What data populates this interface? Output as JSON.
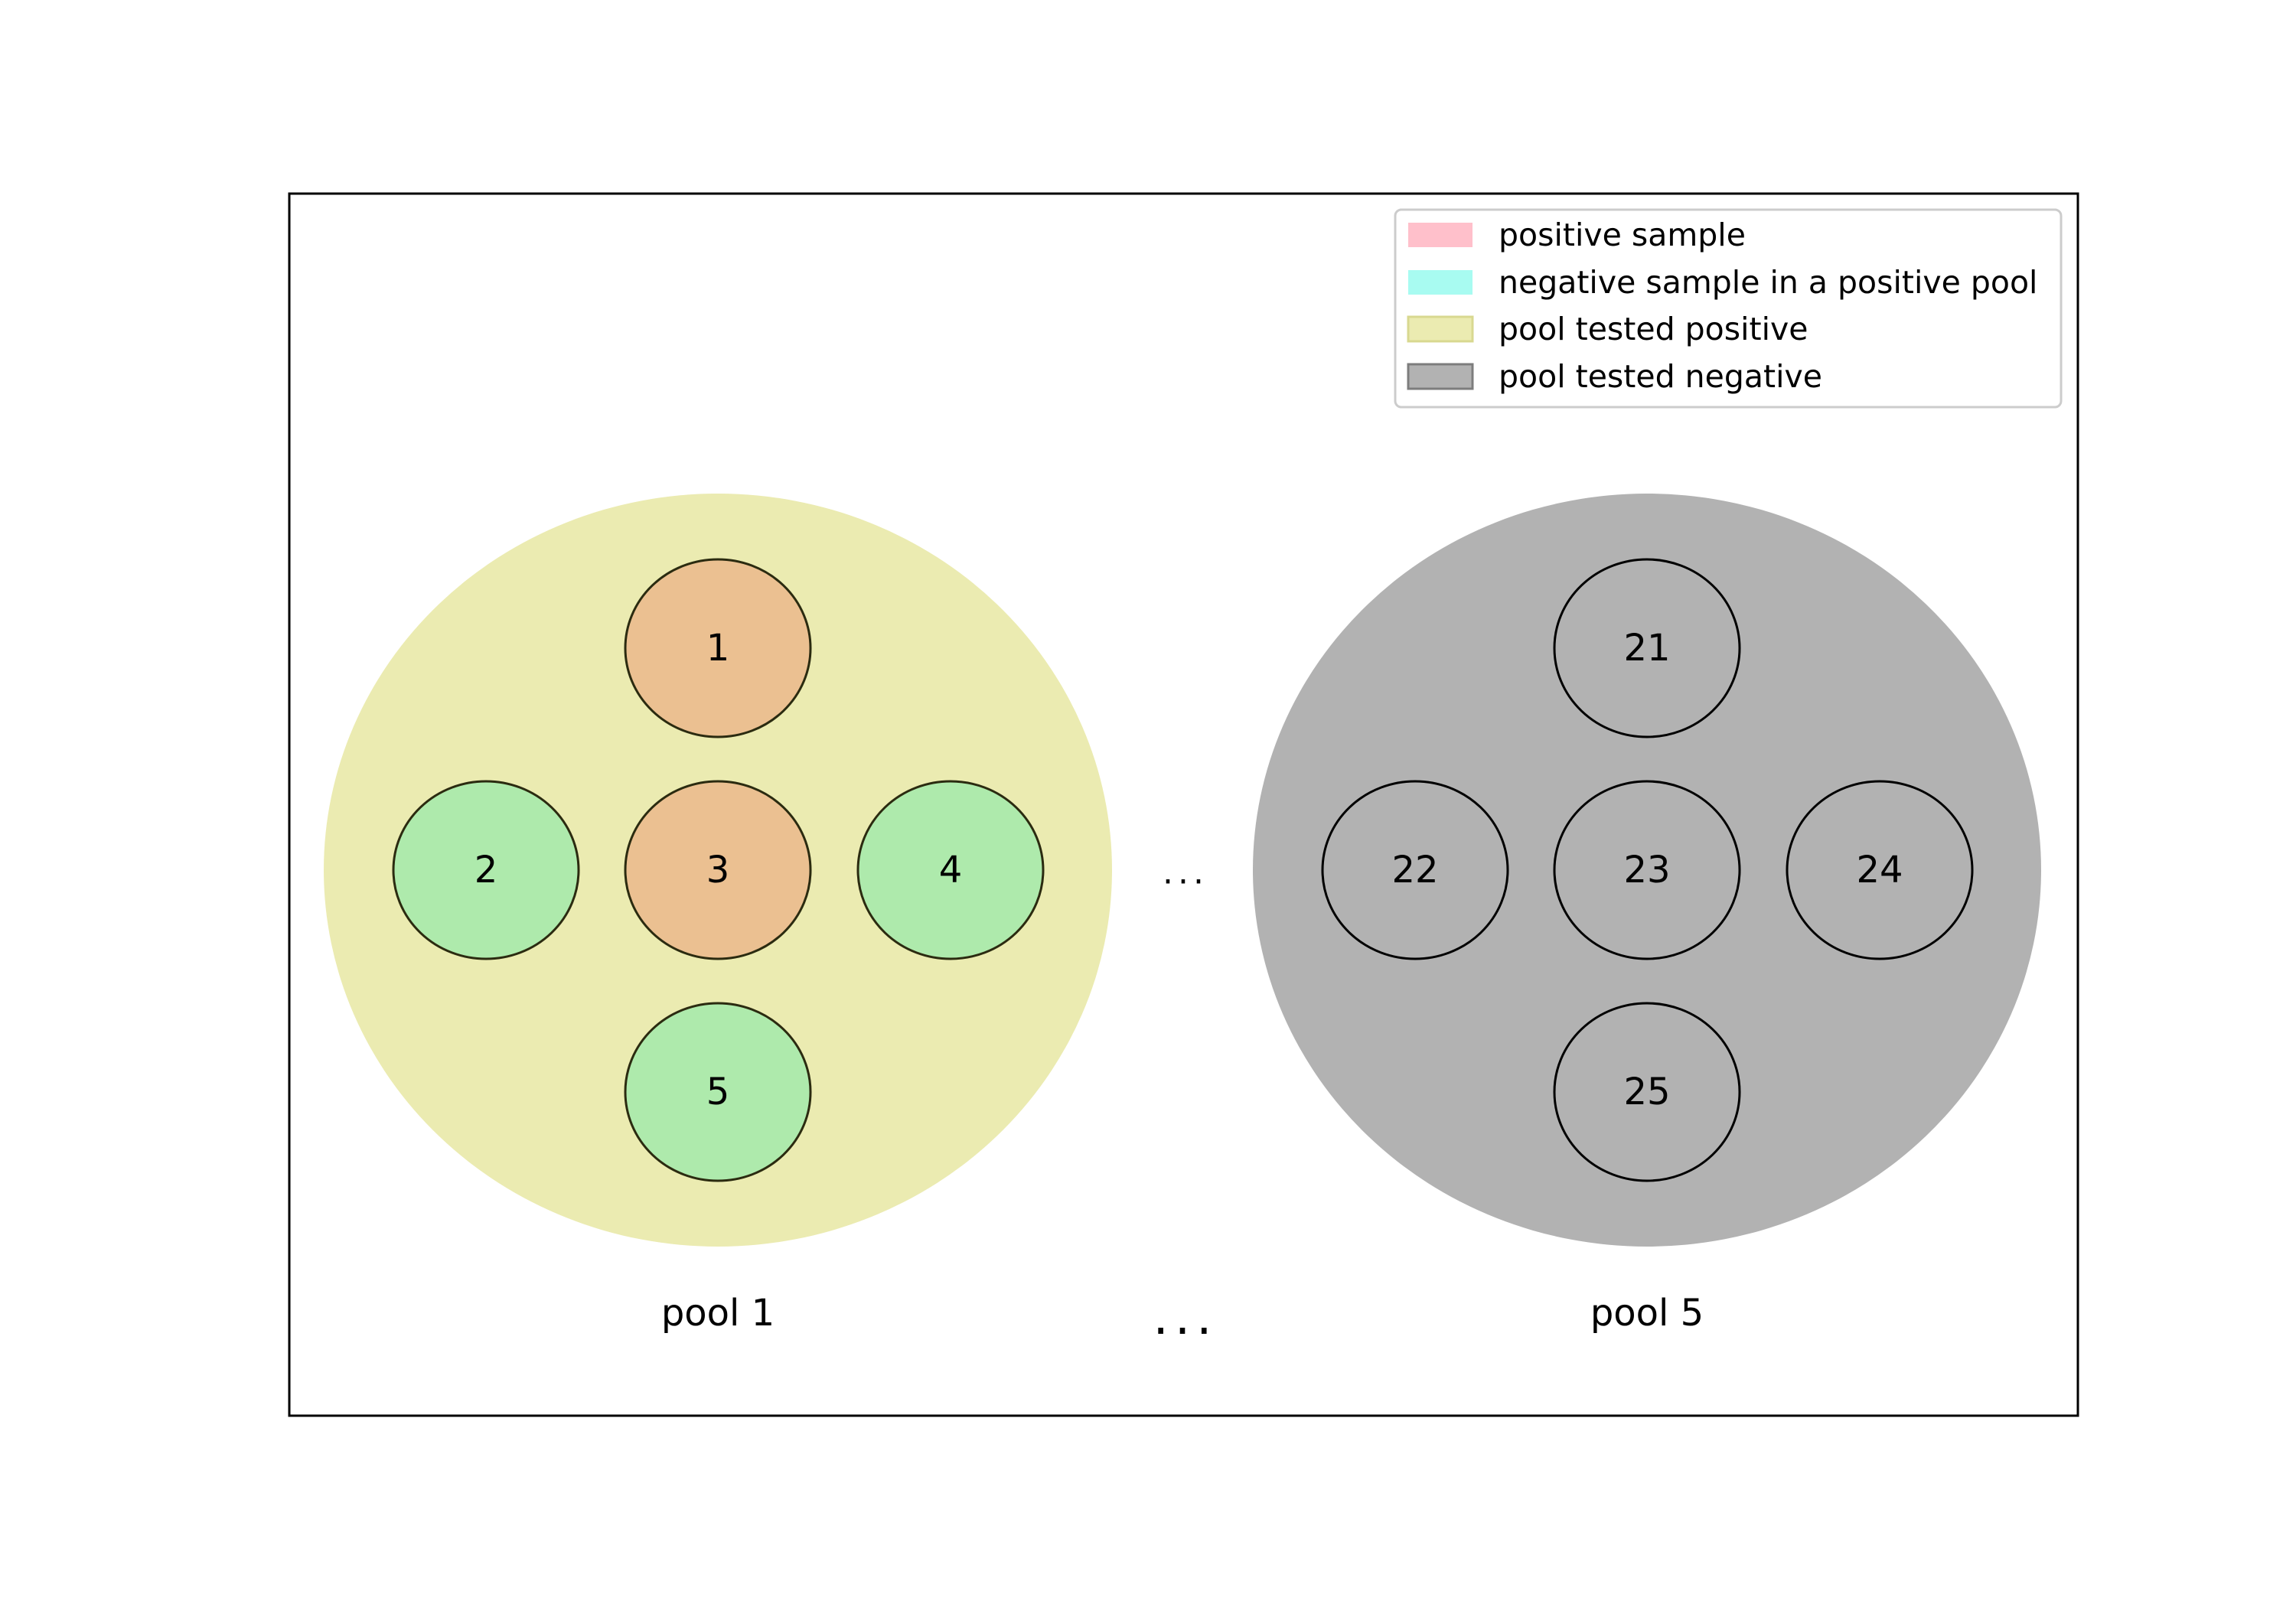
{
  "colors": {
    "positive_sample": "#ffc0cb",
    "negative_sample_in_positive_pool": "#a8fbf1",
    "pool_tested_positive": "#ebebb1",
    "pool_tested_negative": "#b2b2b2",
    "positive_sample_shown": "#ebc091",
    "negative_sample_shown": "#aeeaac"
  },
  "legend": {
    "items": [
      {
        "label": "positive sample",
        "color_key": "positive_sample"
      },
      {
        "label": "negative sample in a positive pool",
        "color_key": "negative_sample_in_positive_pool"
      },
      {
        "label": "pool tested positive",
        "color_key": "pool_tested_positive"
      },
      {
        "label": "pool tested negative",
        "color_key": "pool_tested_negative"
      }
    ]
  },
  "pools": [
    {
      "label": "pool 1",
      "status": "pool tested positive",
      "samples": [
        {
          "id": "1",
          "status": "positive"
        },
        {
          "id": "2",
          "status": "negative"
        },
        {
          "id": "3",
          "status": "positive"
        },
        {
          "id": "4",
          "status": "negative"
        },
        {
          "id": "5",
          "status": "negative"
        }
      ]
    },
    {
      "label": "pool 5",
      "status": "pool tested negative",
      "samples": [
        {
          "id": "21",
          "status": "negative"
        },
        {
          "id": "22",
          "status": "negative"
        },
        {
          "id": "23",
          "status": "negative"
        },
        {
          "id": "24",
          "status": "negative"
        },
        {
          "id": "25",
          "status": "negative"
        }
      ]
    }
  ],
  "ellipsis_middle": "...",
  "ellipsis_bottom": "..."
}
